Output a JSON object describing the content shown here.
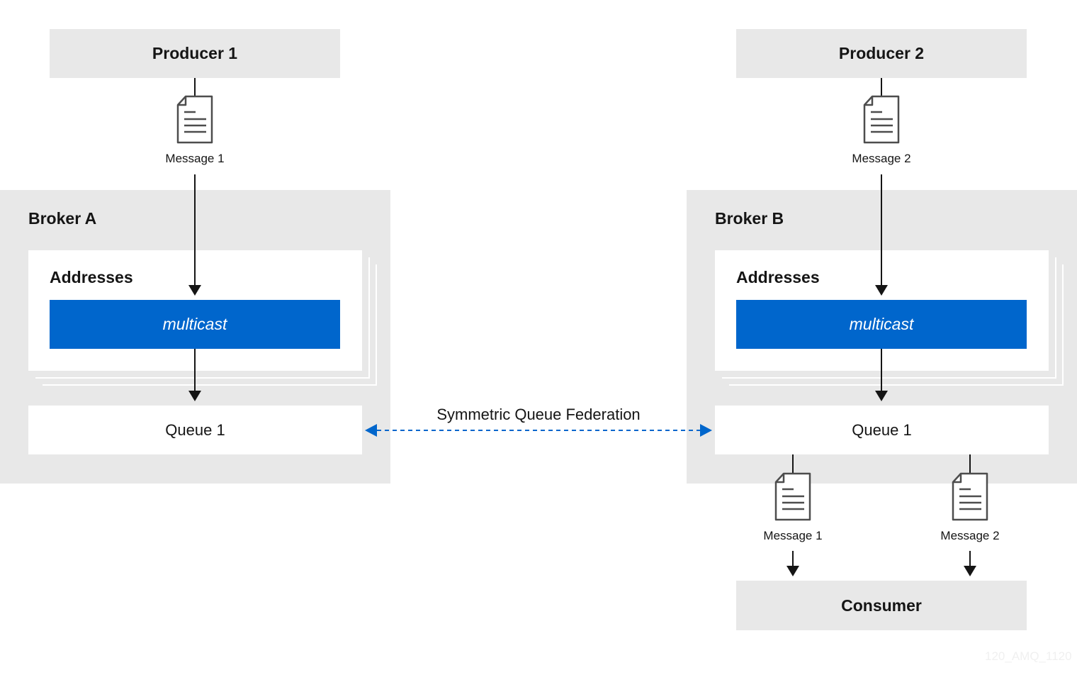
{
  "producers": [
    {
      "label": "Producer 1"
    },
    {
      "label": "Producer 2"
    }
  ],
  "brokers": [
    {
      "title": "Broker A",
      "addresses_label": "Addresses",
      "routing_type": "multicast",
      "queue_label": "Queue 1"
    },
    {
      "title": "Broker B",
      "addresses_label": "Addresses",
      "routing_type": "multicast",
      "queue_label": "Queue 1"
    }
  ],
  "messages": {
    "producer1_message": "Message 1",
    "producer2_message": "Message 2",
    "consumer_message_1": "Message 1",
    "consumer_message_2": "Message 2"
  },
  "federation_label": "Symmetric Queue Federation",
  "consumer": {
    "label": "Consumer"
  },
  "watermark": "120_AMQ_1120",
  "colors": {
    "box_gray": "#e8e8e8",
    "accent_blue": "#0066cc",
    "line_dark": "#151515",
    "doc_icon": "#4d4d4d"
  }
}
